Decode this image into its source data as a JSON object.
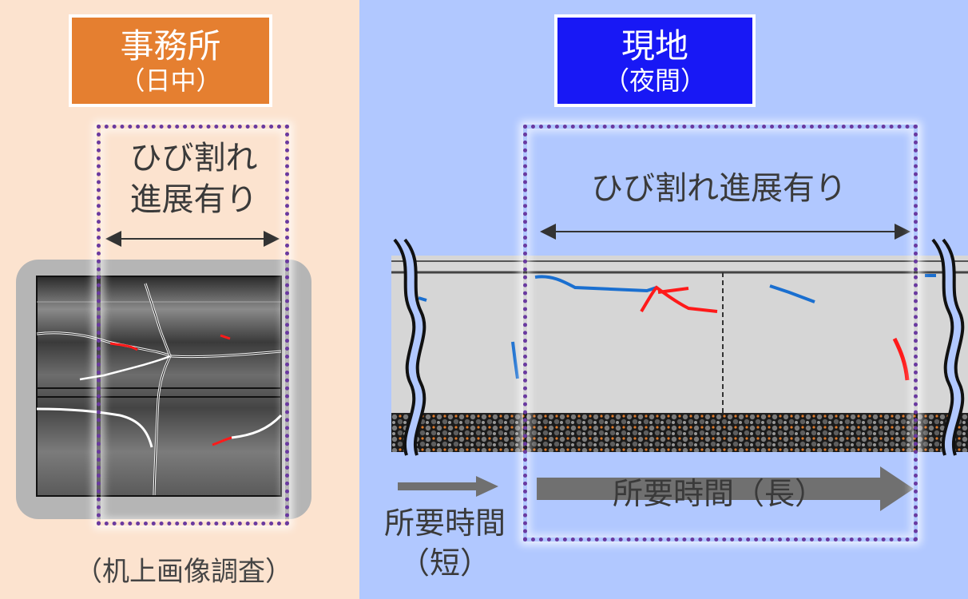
{
  "office": {
    "title": "事務所",
    "subtitle": "（日中）",
    "crack_label_line1": "ひび割れ",
    "crack_label_line2": "進展有り",
    "method_label": "（机上画像調査）",
    "color": "#e57f30",
    "background": "#fce3cf"
  },
  "site": {
    "title": "現地",
    "subtitle": "（夜間）",
    "crack_label": "ひび割れ進展有り",
    "duration_long": "所要時間（長）",
    "duration_short_line1": "所要時間",
    "duration_short_line2": "（短）",
    "color": "#1818f5",
    "background": "#b1c8ff"
  },
  "colors": {
    "dotted_frame": "#6a3aa0",
    "crack_new": "#ff1a1a",
    "crack_existing": "#1a6fd0",
    "arrow": "#707070"
  },
  "icons": [
    "double-arrow-icon",
    "wave-break-icon",
    "right-arrow-icon"
  ]
}
